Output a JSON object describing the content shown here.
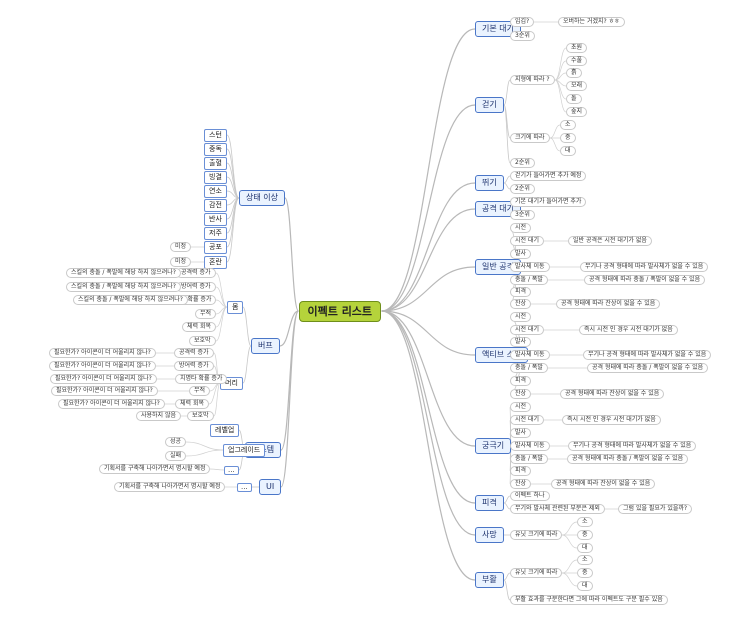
{
  "mindmap": {
    "root": {
      "label": "이펙트 리스트"
    },
    "right": [
      {
        "label": "기본 대기",
        "children": [
          {
            "label": "입김?",
            "children": [
              {
                "label": "오버하는 거겠지? ㅎㅎ"
              }
            ]
          },
          {
            "label": "3순위"
          }
        ]
      },
      {
        "label": "걷기",
        "children": [
          {
            "label": "지형에 따라 ?",
            "children": [
              {
                "label": "초원"
              },
              {
                "label": "수풀"
              },
              {
                "label": "흙"
              },
              {
                "label": "모래"
              },
              {
                "label": "돌"
              },
              {
                "label": "숲지"
              }
            ]
          },
          {
            "label": "크기에 따라",
            "children": [
              {
                "label": "소"
              },
              {
                "label": "중"
              },
              {
                "label": "대"
              }
            ]
          },
          {
            "label": "2순위"
          }
        ]
      },
      {
        "label": "뛰기",
        "children": [
          {
            "label": "걷기가 들어가면 추가 예정"
          },
          {
            "label": "2순위"
          }
        ]
      },
      {
        "label": "공격 대기",
        "children": [
          {
            "label": "기본 대기가 들어가면 추가"
          },
          {
            "label": "3순위"
          }
        ]
      },
      {
        "label": "일반 공격",
        "children": [
          {
            "label": "시전"
          },
          {
            "label": "시전 대기",
            "children": [
              {
                "label": "일반 공격은 시전 대기가 없음"
              }
            ]
          },
          {
            "label": "발사"
          },
          {
            "label": "발사체 이동",
            "children": [
              {
                "label": "무기나 공격 형태에 따라 발사체가 없을 수 있음"
              }
            ]
          },
          {
            "label": "충돌 / 폭발",
            "children": [
              {
                "label": "공격 형태에 따라 충돌 / 폭발이 없을 수 있음"
              }
            ]
          },
          {
            "label": "피격"
          },
          {
            "label": "잔상",
            "children": [
              {
                "label": "공격 형태에 따라 잔상이 없을 수 있음"
              }
            ]
          }
        ]
      },
      {
        "label": "액티브 스킬",
        "children": [
          {
            "label": "시전"
          },
          {
            "label": "시전 대기",
            "children": [
              {
                "label": "즉시 시전 인 경우 시전 대기가 없음"
              }
            ]
          },
          {
            "label": "발사"
          },
          {
            "label": "발사체 이동",
            "children": [
              {
                "label": "무기나 공격 형태에 따라 발사체가 없을 수 있음"
              }
            ]
          },
          {
            "label": "충돌 / 폭발",
            "children": [
              {
                "label": "공격 형태에 따라 충돌 / 폭발이 없을 수 있음"
              }
            ]
          },
          {
            "label": "피격"
          },
          {
            "label": "잔상",
            "children": [
              {
                "label": "공격 형태에 따라 잔상이 없을 수 있음"
              }
            ]
          }
        ]
      },
      {
        "label": "궁극기",
        "children": [
          {
            "label": "시전"
          },
          {
            "label": "시전 대기",
            "children": [
              {
                "label": "즉시 시전 인 경우 시전 대기가 없음"
              }
            ]
          },
          {
            "label": "발사"
          },
          {
            "label": "발사체 이동",
            "children": [
              {
                "label": "무기나 공격 형태에 따라 발사체가 없을 수 있음"
              }
            ]
          },
          {
            "label": "충돌 / 폭발",
            "children": [
              {
                "label": "공격 형태에 따라 충돌 / 폭발이 없을 수 있음"
              }
            ]
          },
          {
            "label": "피격"
          },
          {
            "label": "잔상",
            "children": [
              {
                "label": "공격 형태에 따라 잔상이 없을 수 있음"
              }
            ]
          }
        ]
      },
      {
        "label": "피격",
        "children": [
          {
            "label": "이펙트 하나"
          },
          {
            "label": "무기와 발사체 관련된 부분은 제외",
            "children": [
              {
                "label": "그럼 있을 필요가 있을까?"
              }
            ]
          }
        ]
      },
      {
        "label": "사망",
        "children": [
          {
            "label": "유닛 크기에 따라",
            "children": [
              {
                "label": "소"
              },
              {
                "label": "중"
              },
              {
                "label": "대"
              }
            ]
          }
        ]
      },
      {
        "label": "부활",
        "children": [
          {
            "label": "유닛 크기에 따라",
            "children": [
              {
                "label": "소"
              },
              {
                "label": "중"
              },
              {
                "label": "대"
              }
            ]
          },
          {
            "label": "부활 효과를 구분한다면 그에 따라 이펙트도 구분 필수 있음"
          }
        ]
      }
    ],
    "left": [
      {
        "label": "상태 이상",
        "children": [
          {
            "label": "스턴"
          },
          {
            "label": "중독"
          },
          {
            "label": "출혈"
          },
          {
            "label": "빙결"
          },
          {
            "label": "연소"
          },
          {
            "label": "감전"
          },
          {
            "label": "반사"
          },
          {
            "label": "저주"
          },
          {
            "label": "공포",
            "children": [
              {
                "label": "미정"
              }
            ]
          },
          {
            "label": "혼란",
            "children": [
              {
                "label": "미정"
              }
            ]
          }
        ]
      },
      {
        "label": "버프",
        "children": [
          {
            "label": "몸",
            "children": [
              {
                "label": "공격력 증가",
                "children": [
                  {
                    "label": "스킬의 충돌 / 폭발에 해당 하지 않으려나?"
                  }
                ]
              },
              {
                "label": "방어력 증가",
                "children": [
                  {
                    "label": "스킬의 충돌 / 폭발에 해당 하지 않으려나?"
                  }
                ]
              },
              {
                "label": "치명타 확률 증가",
                "children": [
                  {
                    "label": "스킬의 충돌 / 폭발에 해당 하지 않으려나?"
                  }
                ]
              },
              {
                "label": "무적"
              },
              {
                "label": "체력 회복"
              },
              {
                "label": "보호막"
              }
            ]
          },
          {
            "label": "머리",
            "children": [
              {
                "label": "공격력 증가",
                "children": [
                  {
                    "label": "필요한가? 아이콘이 더 어울리지 않나?"
                  }
                ]
              },
              {
                "label": "방어력 증가",
                "children": [
                  {
                    "label": "필요한가? 아이콘이 더 어울리지 않나?"
                  }
                ]
              },
              {
                "label": "치명타 확률 증가",
                "children": [
                  {
                    "label": "필요한가? 아이콘이 더 어울리지 않나?"
                  }
                ]
              },
              {
                "label": "무적",
                "children": [
                  {
                    "label": "필요한가? 아이콘이 더 어울리지 않나?"
                  }
                ]
              },
              {
                "label": "체력 회복",
                "children": [
                  {
                    "label": "필요한가? 아이콘이 더 어울리지 않나?"
                  }
                ]
              },
              {
                "label": "보호막",
                "children": [
                  {
                    "label": "사용하지 않음"
                  }
                ]
              }
            ]
          }
        ]
      },
      {
        "label": "시스템",
        "children": [
          {
            "label": "레벨업"
          },
          {
            "label": "업그레이드",
            "children": [
              {
                "label": "성공"
              },
              {
                "label": "실패"
              }
            ]
          },
          {
            "label": "...",
            "children": [
              {
                "label": "기획서를 구축해 나아가면서 명시할 예정"
              }
            ]
          }
        ]
      },
      {
        "label": "UI",
        "children": [
          {
            "label": "...",
            "children": [
              {
                "label": "기획서를 구축해 나아가면서 명시할 예정"
              }
            ]
          }
        ]
      }
    ]
  }
}
